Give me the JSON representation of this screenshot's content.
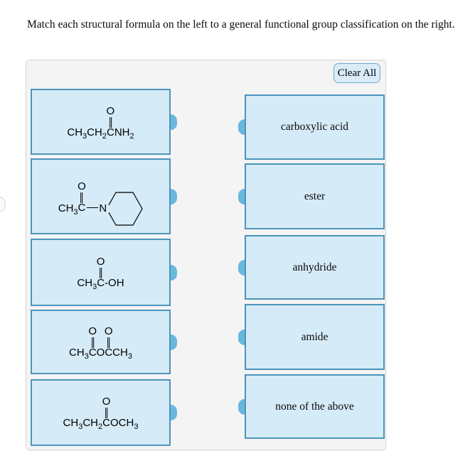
{
  "question": {
    "prompt": "Match each structural formula on the left to a general functional group classification on the right."
  },
  "panel": {
    "clear_all": "Clear All",
    "answers": [
      "carboxylic acid",
      "ester",
      "anhydride",
      "amide",
      "none of the above"
    ]
  },
  "formulas": [
    {
      "segments": [
        {
          "t": "CH"
        },
        {
          "s": "3"
        },
        {
          "t": "CH"
        },
        {
          "s": "2"
        },
        {
          "c": "C",
          "o": "O"
        },
        {
          "t": "NH"
        },
        {
          "s": "2"
        }
      ]
    },
    {
      "segments": [
        {
          "t": "CH"
        },
        {
          "s": "3"
        },
        {
          "c": "C",
          "o": "O"
        },
        {
          "b": true
        },
        {
          "t": "N"
        },
        {
          "ring": true
        }
      ]
    },
    {
      "segments": [
        {
          "t": "CH"
        },
        {
          "s": "3"
        },
        {
          "c": "C",
          "o": "O"
        },
        {
          "t": "-OH"
        }
      ]
    },
    {
      "segments": [
        {
          "t": "CH"
        },
        {
          "s": "3"
        },
        {
          "c": "C",
          "o": "O"
        },
        {
          "t": "O"
        },
        {
          "c": "C",
          "o": "O"
        },
        {
          "t": "CH"
        },
        {
          "s": "3"
        }
      ]
    },
    {
      "segments": [
        {
          "t": "CH"
        },
        {
          "s": "3"
        },
        {
          "t": "CH"
        },
        {
          "s": "2"
        },
        {
          "c": "C",
          "o": "O"
        },
        {
          "t": "OCH"
        },
        {
          "s": "3"
        }
      ]
    }
  ],
  "colors": {
    "card_fill": "#d5ebf7",
    "card_border": "#4d94bb",
    "connector": "#69b7dc",
    "panel_bg": "#f4f4f4",
    "panel_border": "#d8d8d8",
    "button_fill": "#d9ecf8",
    "button_border": "#6fa9cc"
  }
}
